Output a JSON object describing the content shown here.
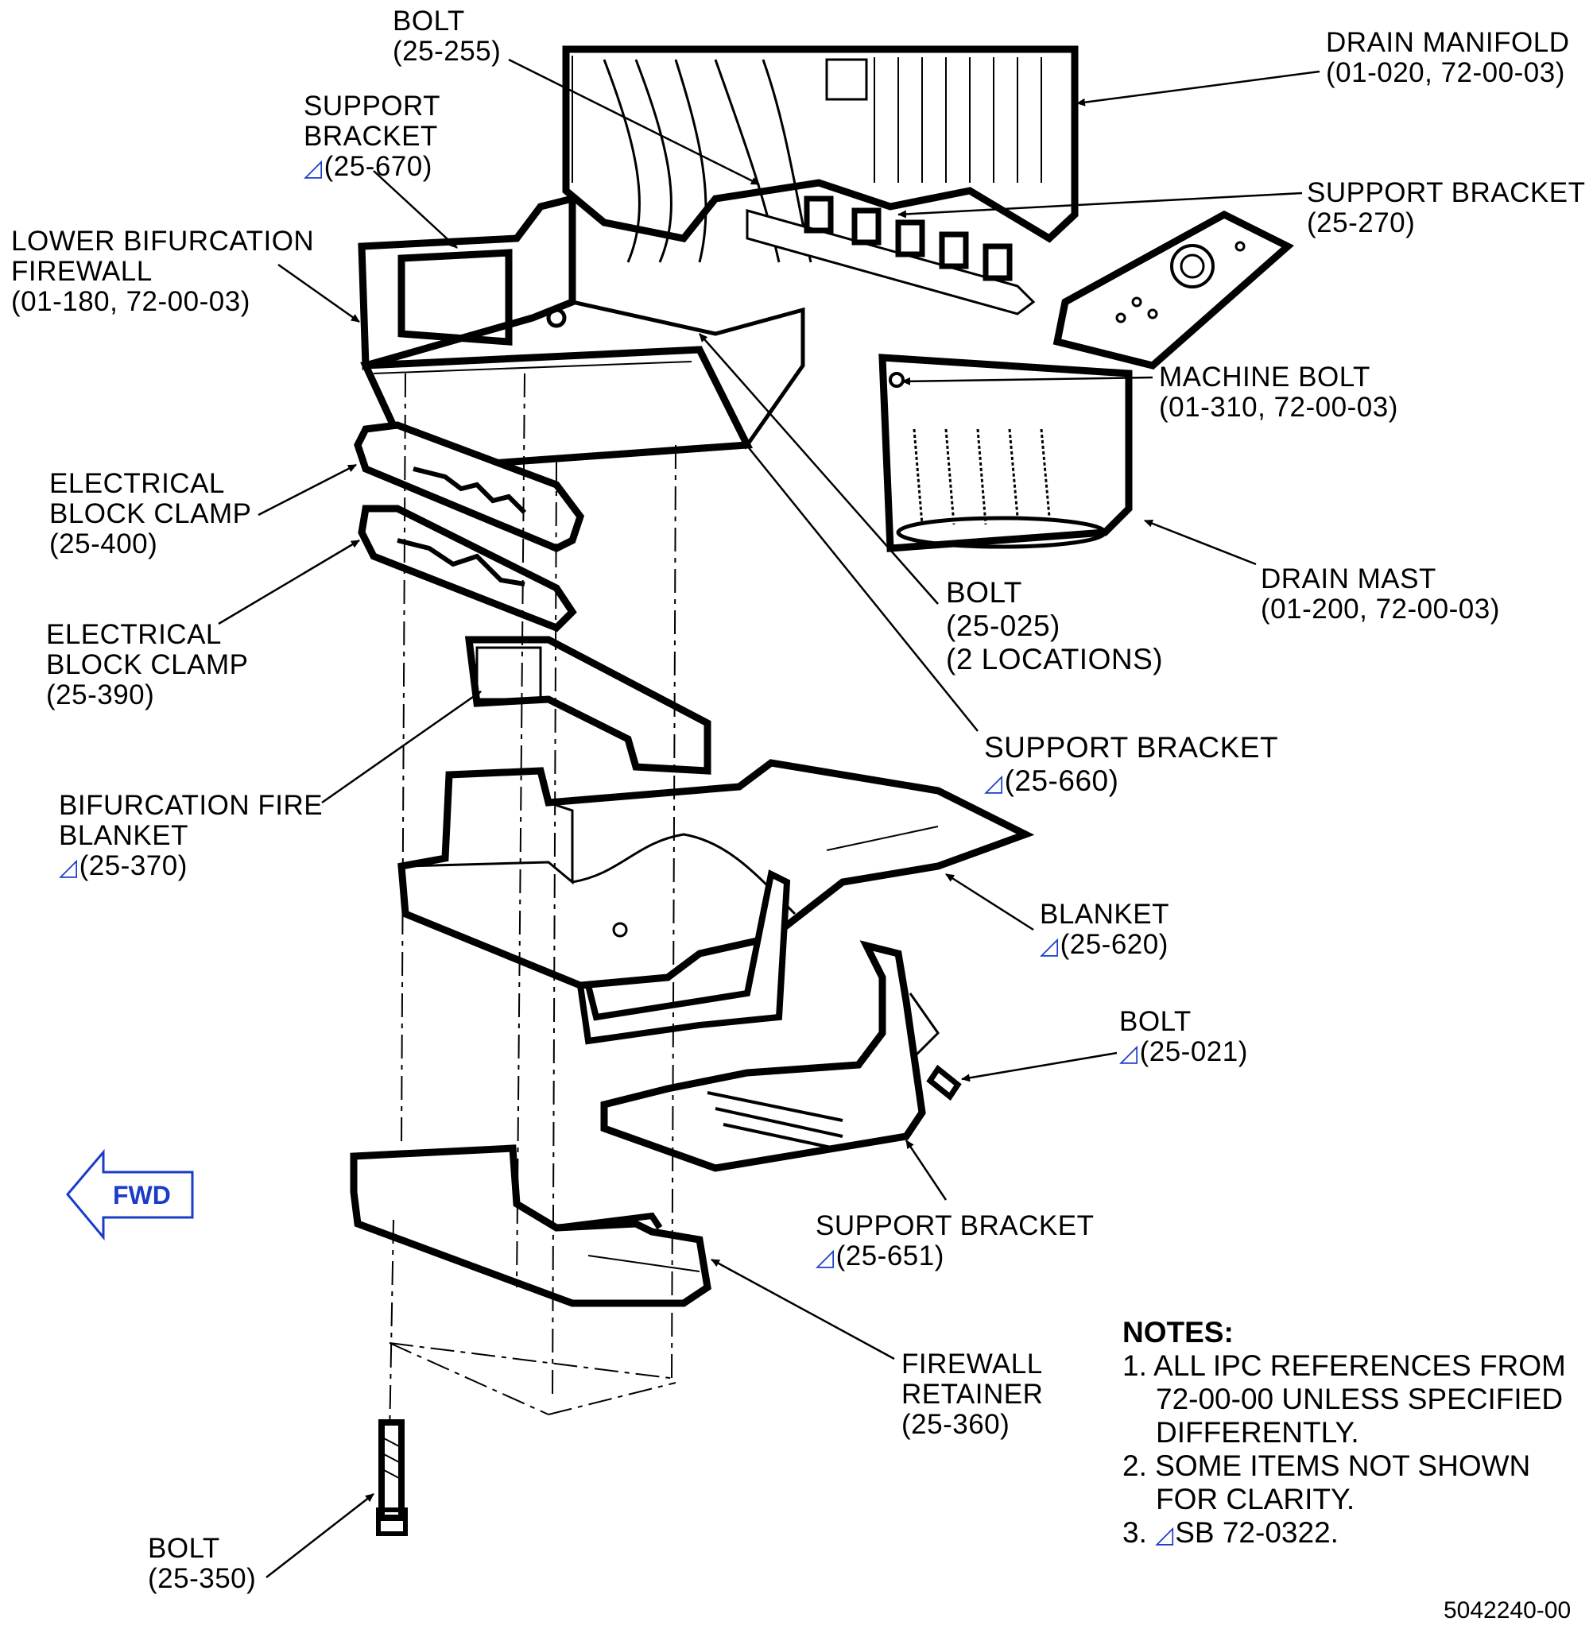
{
  "callouts": {
    "bolt_25_255": {
      "name": "BOLT",
      "ref": "(25-255)"
    },
    "support_bracket_25_670": {
      "line1": "SUPPORT",
      "line2": "BRACKET",
      "ref": "(25-670)"
    },
    "lower_bifurcation_firewall": {
      "line1": "LOWER BIFURCATION",
      "line2": "FIREWALL",
      "ref": "(01-180, 72-00-03)"
    },
    "drain_manifold": {
      "name": "DRAIN MANIFOLD",
      "ref": "(01-020, 72-00-03)"
    },
    "support_bracket_25_270": {
      "name": "SUPPORT BRACKET",
      "ref": "(25-270)"
    },
    "machine_bolt": {
      "name": "MACHINE BOLT",
      "ref": "(01-310, 72-00-03)"
    },
    "electrical_block_clamp_25_400": {
      "line1": "ELECTRICAL",
      "line2": "BLOCK CLAMP",
      "ref": "(25-400)"
    },
    "electrical_block_clamp_25_390": {
      "line1": "ELECTRICAL",
      "line2": "BLOCK CLAMP",
      "ref": "(25-390)"
    },
    "drain_mast": {
      "name": "DRAIN MAST",
      "ref": "(01-200, 72-00-03)"
    },
    "bolt_25_025": {
      "name": "BOLT",
      "ref": "(25-025)",
      "note": "(2 LOCATIONS)"
    },
    "support_bracket_25_660": {
      "name": "SUPPORT BRACKET",
      "ref": "(25-660)"
    },
    "bifurcation_fire_blanket": {
      "line1": "BIFURCATION FIRE",
      "line2": "BLANKET",
      "ref": "(25-370)"
    },
    "blanket_25_620": {
      "name": "BLANKET",
      "ref": "(25-620)"
    },
    "bolt_25_021": {
      "name": "BOLT",
      "ref": "(25-021)"
    },
    "support_bracket_25_651": {
      "name": "SUPPORT BRACKET",
      "ref": "(25-651)"
    },
    "firewall_retainer": {
      "line1": "FIREWALL",
      "line2": "RETAINER",
      "ref": "(25-360)"
    },
    "bolt_25_350": {
      "name": "BOLT",
      "ref": "(25-350)"
    }
  },
  "fwd_arrow": {
    "label": "FWD",
    "color": "#1a3cc8"
  },
  "notes": {
    "heading": "NOTES:",
    "n1a": "1. ALL IPC REFERENCES FROM",
    "n1b": "72-00-00 UNLESS SPECIFIED",
    "n1c": "DIFFERENTLY.",
    "n2a": "2. SOME ITEMS NOT SHOWN",
    "n2b": "FOR CLARITY.",
    "n3_prefix": "3.",
    "n3_text": "SB 72-0322."
  },
  "marker_glyph": "◿",
  "doc_number": "5042240-00"
}
